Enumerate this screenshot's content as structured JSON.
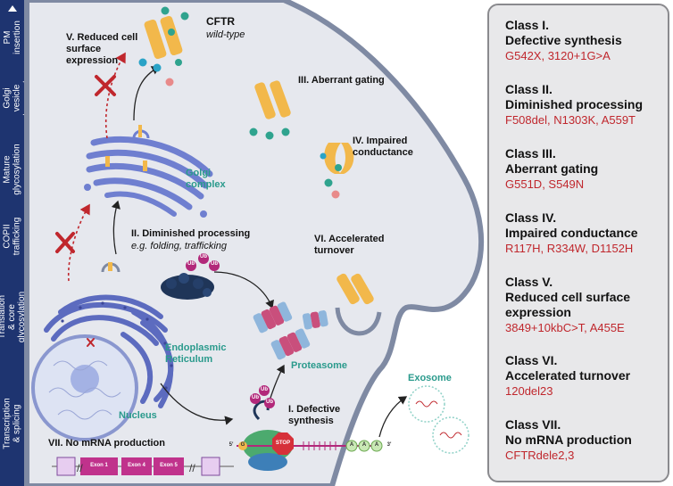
{
  "stages": [
    {
      "label": "PM insertion"
    },
    {
      "label": "Trans-Golgi vesicle transport"
    },
    {
      "label": "Mature glycosylation"
    },
    {
      "label": "COPII trafficking"
    },
    {
      "label": "Translation & core glycosylation"
    },
    {
      "label": "Transcription & splicing"
    }
  ],
  "diagram": {
    "cftr": "CFTR",
    "wild_type": "wild-type",
    "reduced_surface": "V. Reduced cell surface expression",
    "golgi": "Golgi complex",
    "aberrant_gating": "III. Aberrant gating",
    "impaired_conductance": "IV. Impaired conductance",
    "diminished_processing": "II. Diminished processing",
    "processing_example": "e.g. folding, trafficking",
    "accelerated_turnover": "VI. Accelerated turnover",
    "er": "Endoplasmic Reticulum",
    "proteasome": "Proteasome",
    "exosome": "Exosome",
    "nucleus": "Nucleus",
    "defective_synthesis": "I. Defective synthesis",
    "no_mrna": "VII. No mRNA production",
    "ub": "Ub",
    "stop": "STOP",
    "a": "A",
    "g": "G",
    "five_prime": "5'",
    "three_prime": "3'",
    "exon1": "Exon 1",
    "exon4": "Exon 4",
    "exon5": "Exon 5"
  },
  "classes": [
    {
      "title": "Class I.",
      "subtitle": "Defective synthesis",
      "mutations": "G542X, 3120+1G>A"
    },
    {
      "title": "Class II.",
      "subtitle": "Diminished processing",
      "mutations": "F508del, N1303K, A559T"
    },
    {
      "title": "Class III.",
      "subtitle": "Aberrant gating",
      "mutations": "G551D, S549N"
    },
    {
      "title": "Class IV.",
      "subtitle": "Impaired conductance",
      "mutations": "R117H, R334W, D1152H"
    },
    {
      "title": "Class V.",
      "subtitle": "Reduced cell surface",
      "subtitle2": "expression",
      "mutations": "3849+10kbC>T, A455E"
    },
    {
      "title": "Class VI.",
      "subtitle": "Accelerated turnover",
      "mutations": "120del23"
    },
    {
      "title": "Class VII.",
      "subtitle": "No mRNA production",
      "mutations": "CFTRdele2,3"
    }
  ],
  "colors": {
    "sidebar": "#1e3470",
    "cell": "#e6e8ee",
    "membrane": "#7f8aa3",
    "golgi": "#6f7fd0",
    "er": "#5c6bbf",
    "channel": "#f2b84b",
    "teal_label": "#2a9a8c",
    "mutation_red": "#c0272d",
    "ubiquitin": "#b2287a",
    "ribosome": "#4caa6e",
    "stop": "#d6313a"
  }
}
